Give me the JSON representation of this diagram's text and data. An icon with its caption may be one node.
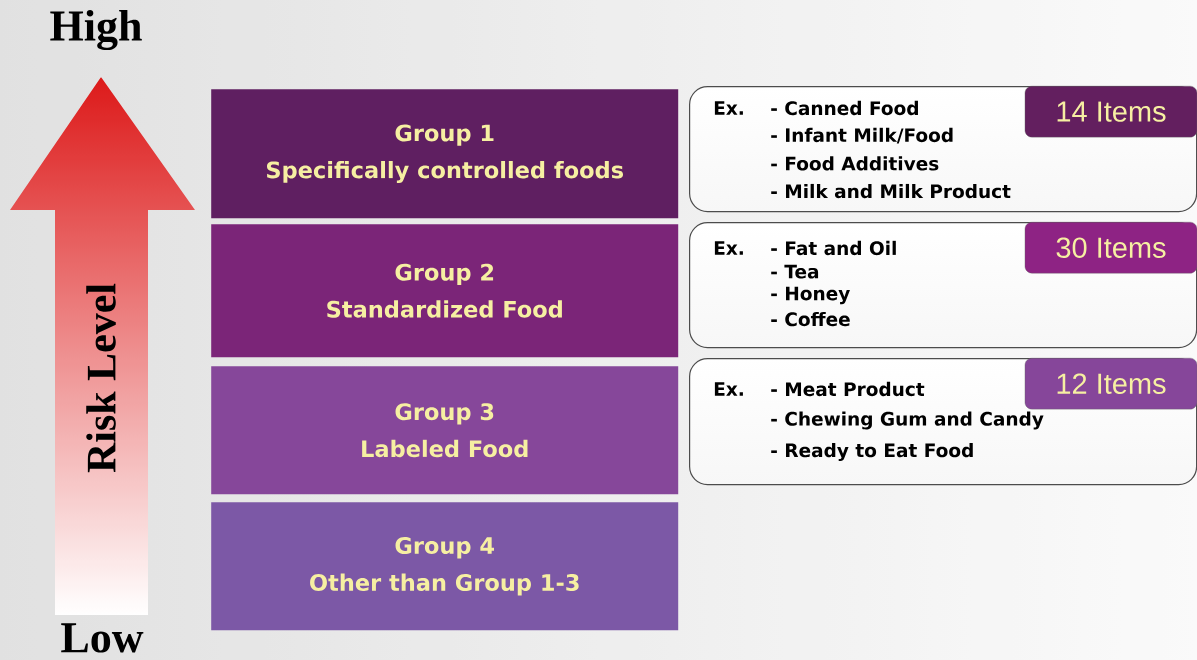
{
  "diagram": {
    "nodes": [
      {
        "text": [
          "Risk Level"
        ]
      },
      {
        "text": [
          "Group  1",
          "Specifically controlled foods"
        ]
      },
      {
        "text": [
          "Ex.",
          "- Canned Food",
          "- Infant Milk/Food",
          "- Food Additives",
          "- Milk and Milk Product"
        ]
      },
      {
        "text": [
          "14 Items"
        ],
        "in": 2
      },
      {
        "text": [
          "Group 2",
          "Standardized Food"
        ]
      },
      {
        "text": [
          "Ex.",
          "- Fat and Oil",
          "- Tea",
          "- Honey",
          "- Coffee"
        ]
      },
      {
        "text": [
          "30 Items"
        ],
        "in": 5
      },
      {
        "text": [
          "Group 3",
          "Labeled Food"
        ]
      },
      {
        "text": [
          "Ex.",
          "- Meat Product",
          "- Chewing Gum and Candy",
          "- Ready to Eat Food"
        ]
      },
      {
        "text": [
          "12 Items"
        ],
        "in": 8
      },
      {
        "text": [
          "Group 4",
          "Other than Group 1-3"
        ]
      }
    ],
    "labels": [
      "High",
      "Low"
    ]
  }
}
